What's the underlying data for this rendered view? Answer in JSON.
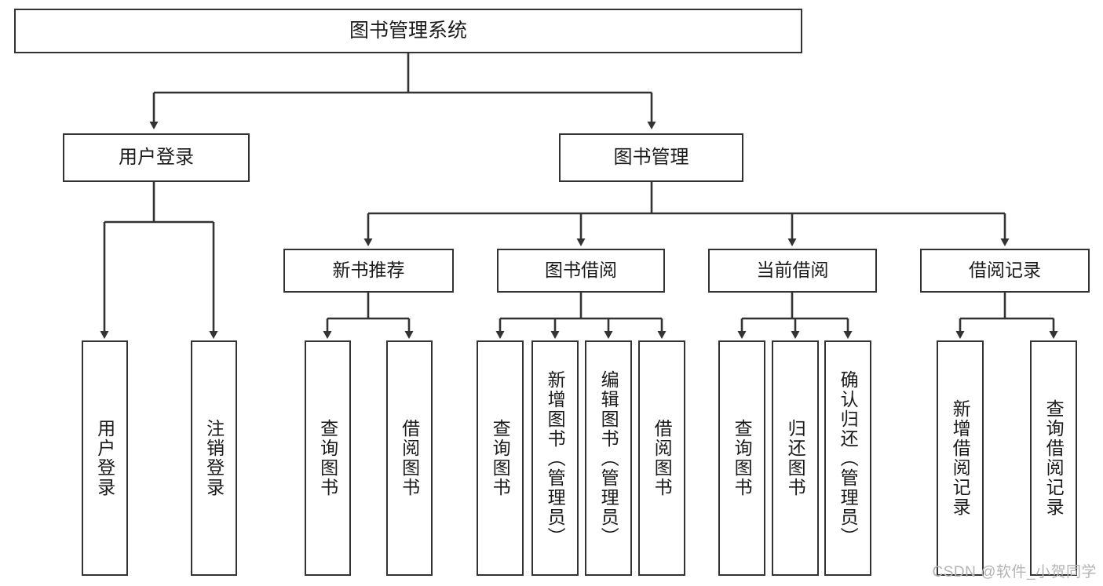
{
  "diagram": {
    "title": "图书管理系统",
    "type": "tree-hierarchy",
    "watermark": "CSDN @软件_小贺同学",
    "colors": {
      "background": "#ffffff",
      "stroke": "#333333",
      "text": "#1a1a1a",
      "watermark": "#b4b4b4"
    },
    "root": {
      "label": "图书管理系统"
    },
    "level1": [
      {
        "label": "用户登录"
      },
      {
        "label": "图书管理"
      }
    ],
    "level2": [
      {
        "label": "新书推荐"
      },
      {
        "label": "图书借阅"
      },
      {
        "label": "当前借阅"
      },
      {
        "label": "借阅记录"
      }
    ],
    "leaves": {
      "user_login": [
        {
          "label": "用户登录"
        },
        {
          "label": "注销登录"
        }
      ],
      "new_book_recommend": [
        {
          "label": "查询图书"
        },
        {
          "label": "借阅图书"
        }
      ],
      "book_borrow": [
        {
          "label": "查询图书"
        },
        {
          "label": "新增图书（管理员）"
        },
        {
          "label": "编辑图书（管理员）"
        },
        {
          "label": "借阅图书"
        }
      ],
      "current_borrow": [
        {
          "label": "查询图书"
        },
        {
          "label": "归还图书"
        },
        {
          "label": "确认归还（管理员）"
        }
      ],
      "borrow_record": [
        {
          "label": "新增借阅记录"
        },
        {
          "label": "查询借阅记录"
        }
      ]
    }
  }
}
